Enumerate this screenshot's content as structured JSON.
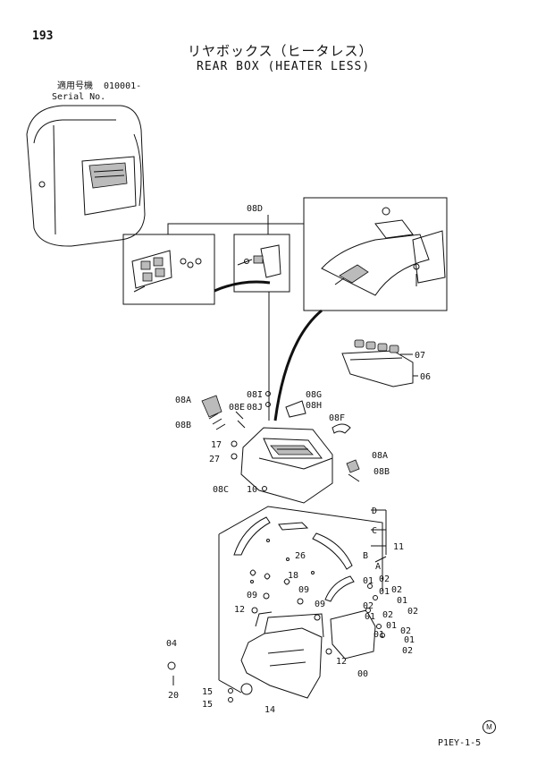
{
  "header": {
    "page_number": "193",
    "title_jp": "リヤボックス（ヒータレス）",
    "title_en": "REAR BOX (HEATER LESS)",
    "serial_label_jp": "適用号機",
    "serial_code": "010001-",
    "serial_label_en": "Serial No."
  },
  "footer": {
    "code": "P1EY-1-5",
    "mark": "M"
  },
  "callouts": {
    "c08D": "08D",
    "c07": "07",
    "c06": "06",
    "c08A_left": "08A",
    "c08I": "08I",
    "c08G": "08G",
    "c08E": "08E",
    "c08J": "08J",
    "c08H": "08H",
    "c08B_left": "08B",
    "c08F": "08F",
    "c17": "17",
    "c27": "27",
    "c08A_right": "08A",
    "c08B_right": "08B",
    "c08C": "08C",
    "c10": "10",
    "cD": "D",
    "cC": "C",
    "cB": "B",
    "cA": "A",
    "c11": "11",
    "c26": "26",
    "c18": "18",
    "c09_a": "09",
    "c09_b": "09",
    "c09_c": "09",
    "c12_a": "12",
    "c12_b": "12",
    "c01_a": "01",
    "c02_a": "02",
    "c01_b": "01",
    "c02_b": "02",
    "c01_c": "01",
    "c02_c": "02",
    "c01_d": "01",
    "c02_d": "02",
    "c01_e": "01",
    "c02_e": "02",
    "c01_f": "01",
    "c02_f": "02",
    "c01_g": "01",
    "c02_g": "02",
    "c00": "00",
    "c04": "04",
    "c20": "20",
    "c15_a": "15",
    "c15_b": "15",
    "c14": "14"
  }
}
